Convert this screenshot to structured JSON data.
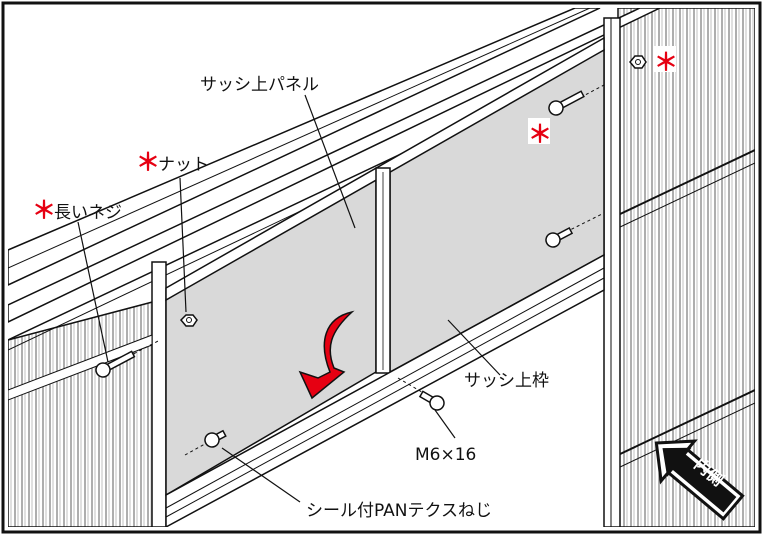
{
  "labels": {
    "sash_upper_panel": "サッシ上パネル",
    "nut": "ナット",
    "long_screw": "長いネジ",
    "sash_upper_frame": "サッシ上枠",
    "bolt_size": "M6×16",
    "seal_screw": "シール付PANテクスねじ",
    "inside": "内側"
  },
  "marks": {
    "asterisk": "＊"
  },
  "colors": {
    "panel": "#d9d9d9",
    "marker": "#e60012",
    "line": "#111111",
    "arrow_fill": "#e60012"
  },
  "icons": [
    "curved-arrow-icon",
    "screw-icon",
    "nut-icon",
    "direction-arrow-icon"
  ]
}
